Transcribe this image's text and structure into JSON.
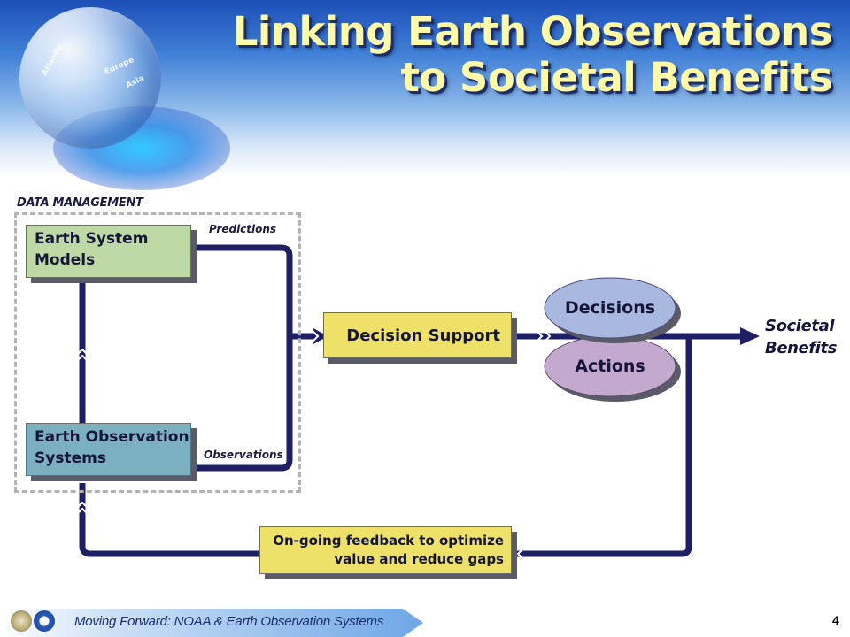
{
  "slide": {
    "title_line1": "Linking Earth Observations",
    "title_line2": "to Societal Benefits",
    "page_number": "4"
  },
  "globe": {
    "labels": [
      "Europe",
      "Asia",
      "Atlantic"
    ]
  },
  "diagram": {
    "data_management_label": "DATA MANAGEMENT",
    "models_line1": "Earth System",
    "models_line2": "Models",
    "observations_line1": "Earth Observation",
    "observations_line2": "Systems",
    "predictions_label": "Predictions",
    "observations_label": "Observations",
    "decision_support": "Decision Support",
    "decisions": "Decisions",
    "actions": "Actions",
    "societal_line1": "Societal",
    "societal_line2": "Benefits",
    "feedback_line1": "On-going feedback to optimize",
    "feedback_line2": "value and reduce gaps"
  },
  "footer": {
    "text": "Moving Forward: NOAA & Earth Observation Systems"
  },
  "colors": {
    "flow_line": "#1f1f66",
    "models_box": "#bed9a5",
    "observations_box": "#7bb0c0",
    "support_box": "#ede16a",
    "decisions_ellipse": "#a9b8df",
    "actions_ellipse": "#c4a9cf",
    "title_text": "#fff9a8"
  }
}
